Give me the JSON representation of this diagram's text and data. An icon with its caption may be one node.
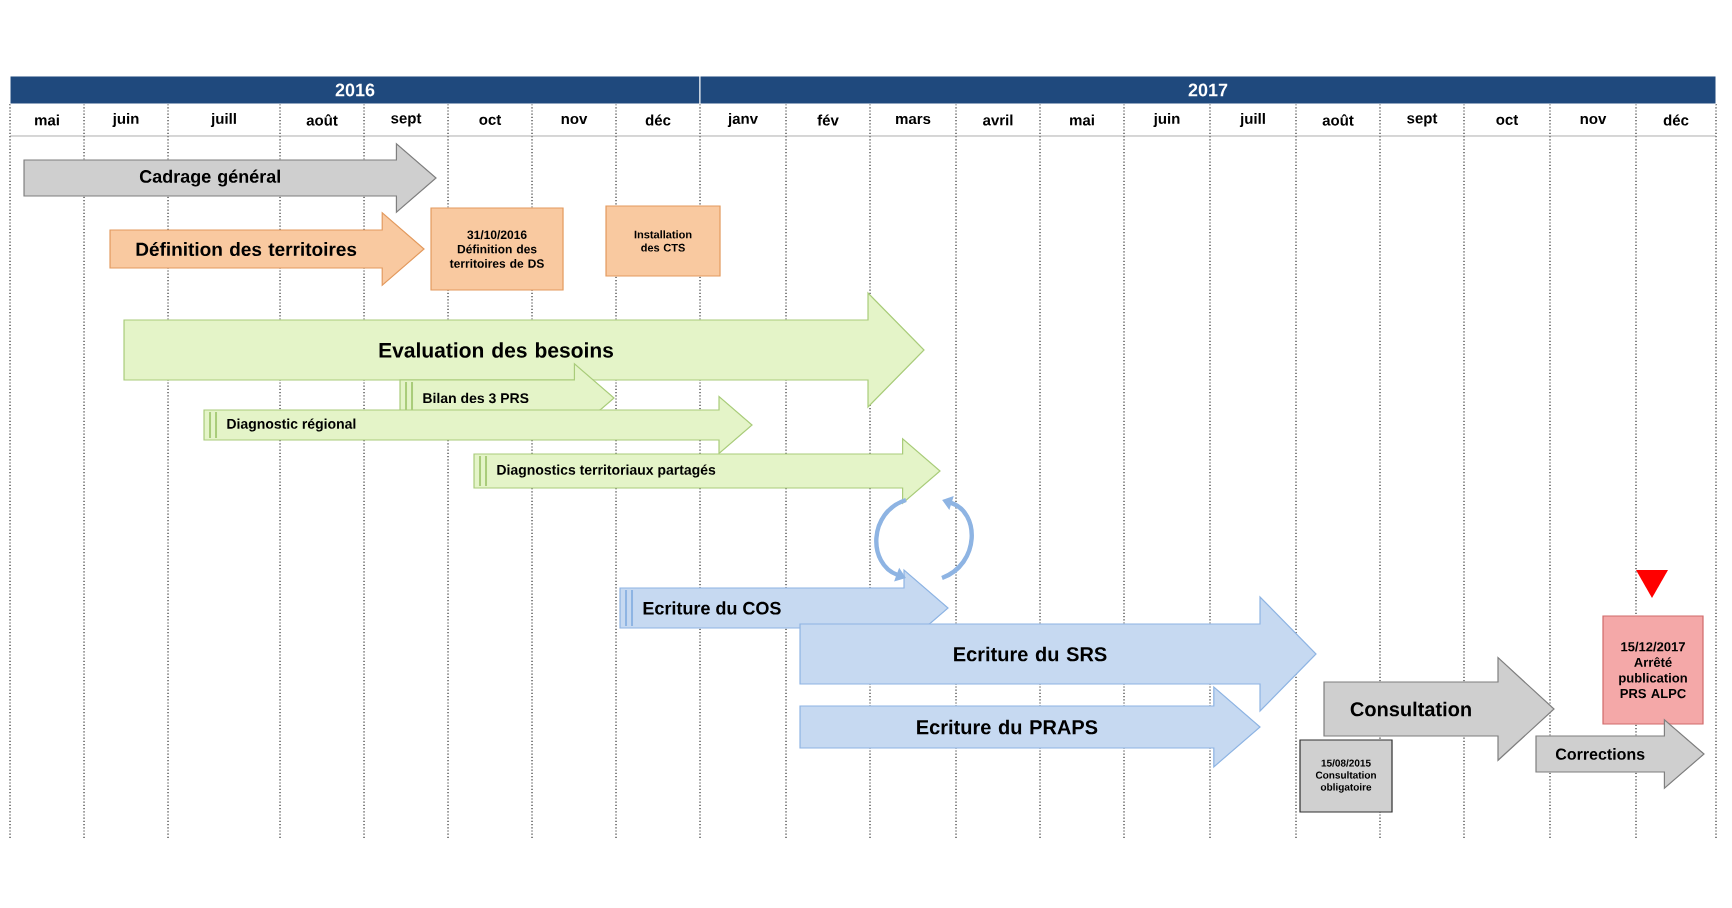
{
  "diagram": {
    "nodes": [
      {
        "text": [
          "Cadrage général"
        ]
      },
      {
        "text": [
          "Définition des territoires"
        ]
      },
      {
        "text": [
          "31/10/2016",
          "Définition des territoires de DS"
        ]
      },
      {
        "text": [
          "Installation des CTS"
        ]
      },
      {
        "text": [
          "Evaluation des besoins"
        ]
      },
      {
        "text": [
          "Bilan des 3 PRS"
        ]
      },
      {
        "text": [
          "Diagnostic régional"
        ]
      },
      {
        "text": [
          "Diagnostics territoriaux partagés"
        ]
      },
      {
        "text": [
          "Ecriture du COS"
        ]
      },
      {
        "text": [
          "Ecriture du SRS"
        ]
      },
      {
        "text": [
          "Ecriture du PRAPS"
        ]
      },
      {
        "text": [
          "15/08/2015",
          "Consultation obligatoire"
        ]
      },
      {
        "text": [
          "Consultation"
        ]
      },
      {
        "text": [
          "15/12/2017",
          "Arrêté publication PRS ALPC"
        ]
      },
      {
        "text": [
          "Corrections"
        ]
      }
    ],
    "edges": [
      {
        "from": 7,
        "to": 8,
        "arrow": "to"
      },
      {
        "from": 8,
        "to": 7,
        "arrow": "to"
      }
    ],
    "labels": [
      "2016",
      "2017",
      "mai",
      "juin",
      "juill",
      "août",
      "sept",
      "oct",
      "nov",
      "déc",
      "janv",
      "fév",
      "mars",
      "avril",
      "mai",
      "juin",
      "juill",
      "août",
      "sept",
      "oct",
      "nov",
      "déc"
    ]
  }
}
